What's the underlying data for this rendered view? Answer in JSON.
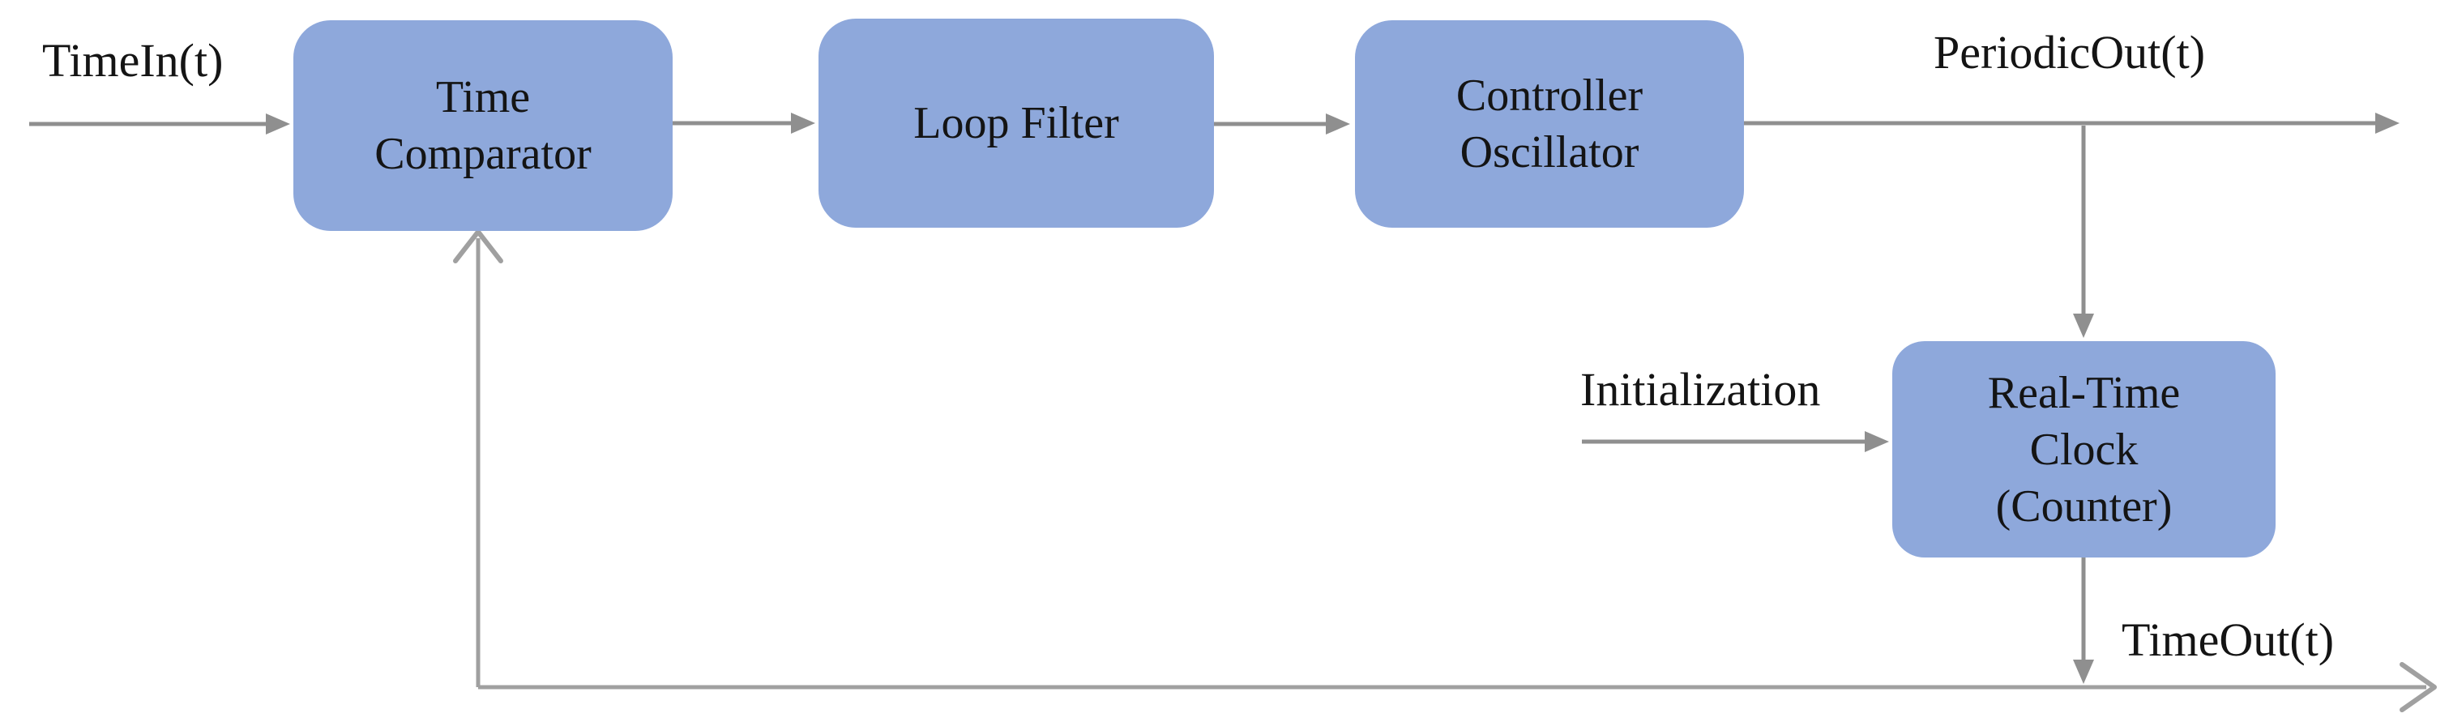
{
  "diagram": {
    "nodes": {
      "time_comparator": {
        "lines": [
          "Time",
          "Comparator"
        ]
      },
      "loop_filter": {
        "lines": [
          "Loop Filter"
        ]
      },
      "controller_oscillator": {
        "lines": [
          "Controller",
          "Oscillator"
        ]
      },
      "real_time_clock": {
        "lines": [
          "Real-Time",
          "Clock",
          "(Counter)"
        ]
      }
    },
    "signal_labels": {
      "time_in": "TimeIn(t)",
      "periodic_out": "PeriodicOut(t)",
      "initialization": "Initialization",
      "time_out": "TimeOut(t)"
    },
    "edges": [
      {
        "from": "time_in_source",
        "to": "time_comparator",
        "arrow": "filled-triangle"
      },
      {
        "from": "time_comparator",
        "to": "loop_filter",
        "arrow": "filled-triangle"
      },
      {
        "from": "loop_filter",
        "to": "controller_oscillator",
        "arrow": "filled-triangle"
      },
      {
        "from": "controller_oscillator",
        "to": "periodic_out",
        "arrow": "filled-triangle"
      },
      {
        "from": "periodic_out_branch",
        "to": "real_time_clock",
        "arrow": "filled-triangle"
      },
      {
        "from": "initialization_source",
        "to": "real_time_clock",
        "arrow": "filled-triangle"
      },
      {
        "from": "real_time_clock",
        "to": "bottom_rail",
        "arrow": "filled-triangle"
      },
      {
        "from": "bottom_rail",
        "to": "time_out",
        "arrow": "open-chevron"
      },
      {
        "from": "bottom_rail",
        "to": "time_comparator",
        "arrow": "open-chevron",
        "type": "feedback"
      }
    ],
    "colors": {
      "block_fill": "#8EA8DB",
      "line_gray": "#8F8F8F",
      "line_light": "#A0A0A0",
      "text": "#141414",
      "background": "#FFFFFF"
    }
  }
}
